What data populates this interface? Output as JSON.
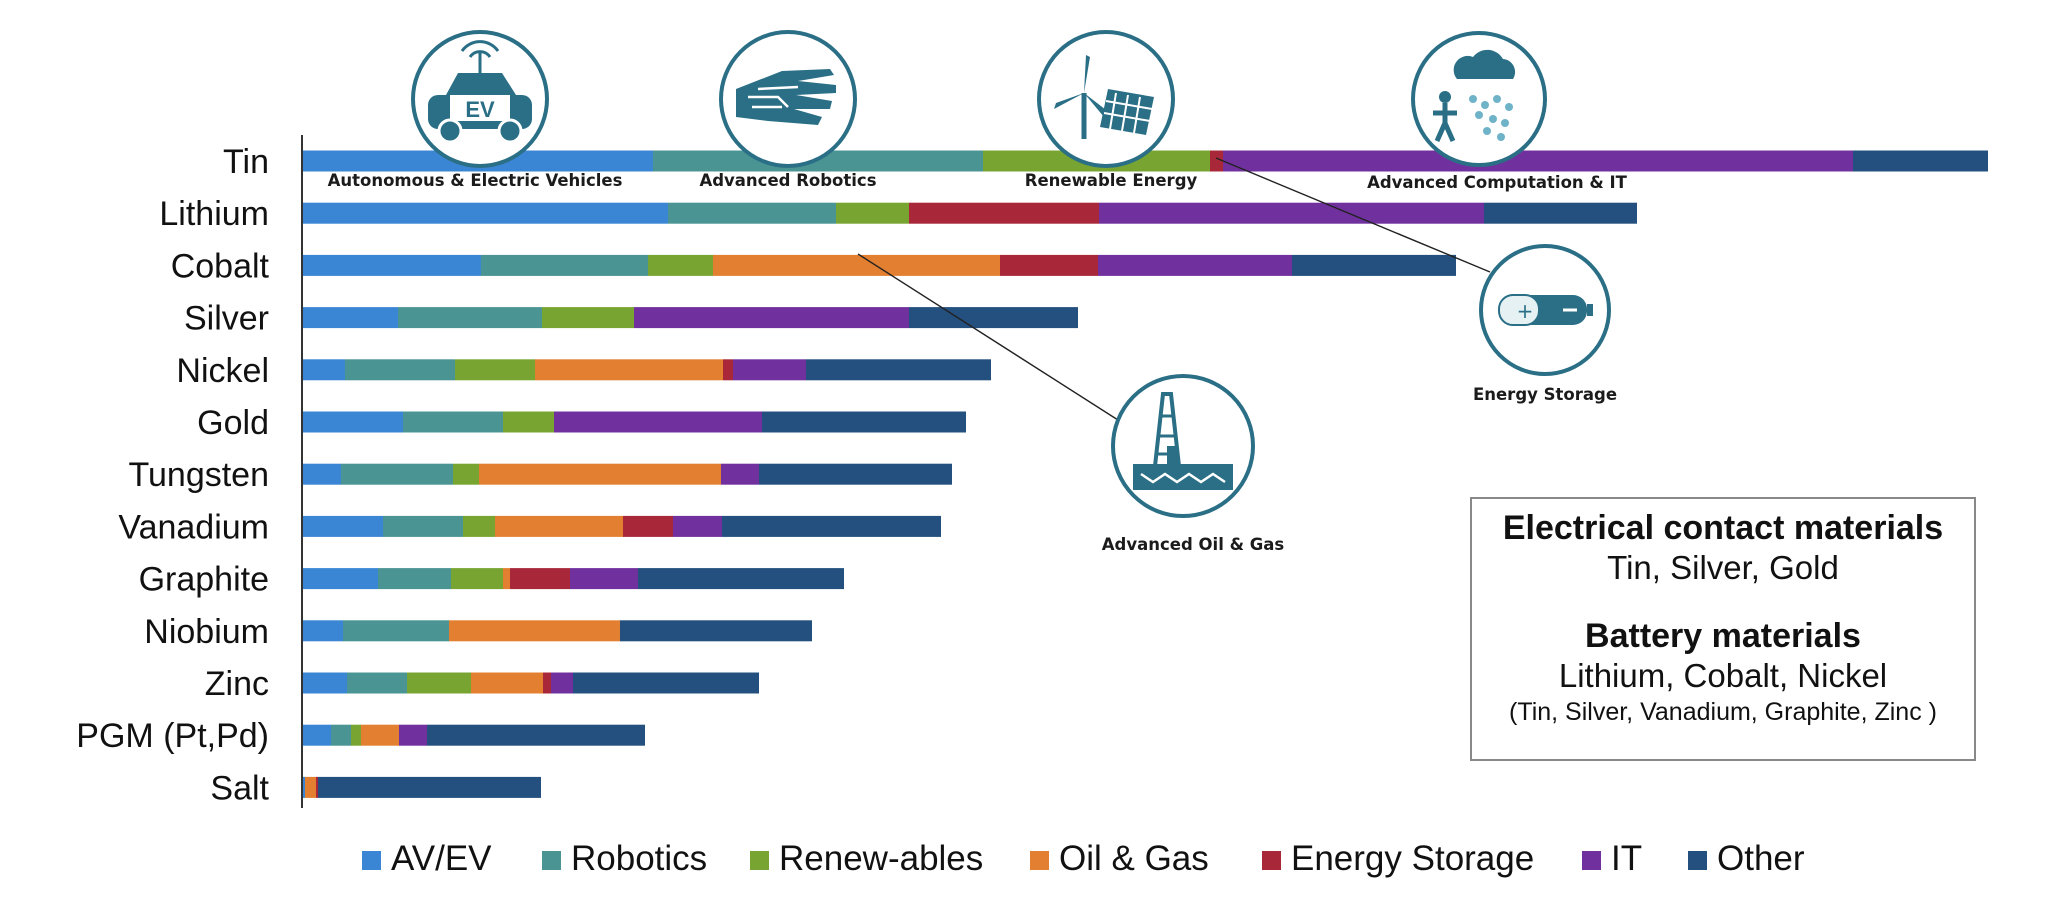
{
  "chart_data": {
    "type": "bar",
    "orientation": "horizontal",
    "stacked": true,
    "categories": [
      "Tin",
      "Lithium",
      "Cobalt",
      "Silver",
      "Nickel",
      "Gold",
      "Tungsten",
      "Vanadium",
      "Graphite",
      "Niobium",
      "Zinc",
      "PGM (Pt,Pd)",
      "Salt"
    ],
    "series": [
      {
        "name": "AV/EV",
        "color": "#3a86d4",
        "values": [
          350,
          365,
          178,
          95,
          42,
          100,
          38,
          80,
          75,
          40,
          44,
          28,
          2
        ]
      },
      {
        "name": "Robotics",
        "color": "#4a9493",
        "values": [
          330,
          168,
          167,
          144,
          110,
          100,
          112,
          80,
          73,
          106,
          60,
          20,
          0
        ]
      },
      {
        "name": "Renew-ables",
        "color": "#78a531",
        "values": [
          227,
          73,
          65,
          92,
          80,
          51,
          26,
          32,
          52,
          0,
          64,
          10,
          0
        ]
      },
      {
        "name": "Oil & Gas",
        "color": "#e37f30",
        "values": [
          0,
          0,
          287,
          0,
          188,
          0,
          242,
          128,
          7,
          171,
          72,
          38,
          11
        ]
      },
      {
        "name": "Energy Storage",
        "color": "#a8283a",
        "values": [
          13,
          190,
          98,
          0,
          10,
          0,
          0,
          50,
          60,
          0,
          8,
          0,
          2
        ]
      },
      {
        "name": "IT",
        "color": "#70309e",
        "values": [
          630,
          385,
          194,
          275,
          73,
          208,
          38,
          49,
          68,
          0,
          22,
          28,
          0
        ]
      },
      {
        "name": "Other",
        "color": "#23507e",
        "values": [
          135,
          153,
          164,
          169,
          185,
          204,
          193,
          219,
          206,
          192,
          186,
          218,
          223
        ]
      }
    ],
    "xlabel": "",
    "ylabel": "",
    "legend_position": "bottom",
    "grid": false
  },
  "icons": [
    {
      "name": "ev-car-icon",
      "caption": "Autonomous & Electric Vehicles",
      "text": "EV"
    },
    {
      "name": "robot-hand-icon",
      "caption": "Advanced Robotics"
    },
    {
      "name": "wind-solar-icon",
      "caption": "Renewable Energy"
    },
    {
      "name": "cloud-computing-icon",
      "caption": "Advanced Computation & IT"
    },
    {
      "name": "battery-icon",
      "caption": "Energy Storage"
    },
    {
      "name": "oil-rig-icon",
      "caption": "Advanced Oil & Gas"
    }
  ],
  "info_box": {
    "title1": "Electrical contact materials",
    "line1": "Tin, Silver, Gold",
    "title2": "Battery materials",
    "line2": "Lithium, Cobalt, Nickel",
    "line3": "(Tin, Silver, Vanadium, Graphite, Zinc )"
  }
}
